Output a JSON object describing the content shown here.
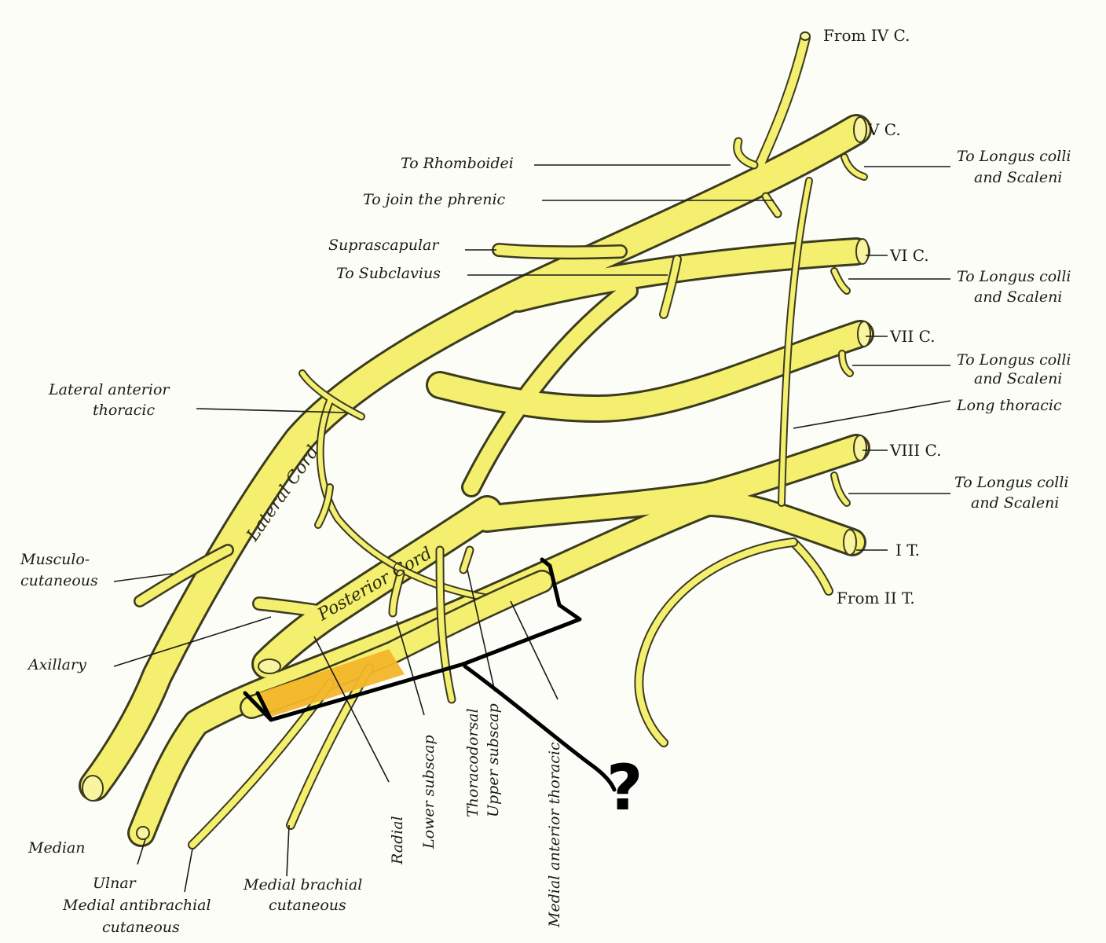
{
  "labels": {
    "from_iv_c": "From IV C.",
    "v_c": "V C.",
    "vi_c": "VI C.",
    "vii_c": "VII C.",
    "viii_c": "VIII C.",
    "i_t": "I T.",
    "from_ii_t": "From II T.",
    "to_rhomboidei": "To Rhomboidei",
    "to_join_phrenic": "To join the phrenic",
    "suprascapular": "Suprascapular",
    "to_subclavius": "To Subclavius",
    "longus_1a": "To Longus colli",
    "longus_1b": "and Scaleni",
    "longus_2a": "To Longus colli",
    "longus_2b": "and Scaleni",
    "longus_3a": "To Longus colli",
    "longus_3b": "and Scaleni",
    "longus_4a": "To Longus colli",
    "longus_4b": "and Scaleni",
    "long_thoracic": "Long thoracic",
    "lateral_anterior_thoracic_1": "Lateral anterior",
    "lateral_anterior_thoracic_2": "thoracic",
    "musculocutaneous_1": "Musculo-",
    "musculocutaneous_2": "cutaneous",
    "axillary": "Axillary",
    "median": "Median",
    "ulnar": "Ulnar",
    "medial_antibrachial_1": "Medial antibrachial",
    "medial_antibrachial_2": "cutaneous",
    "medial_brachial_1": "Medial brachial",
    "medial_brachial_2": "cutaneous",
    "radial": "Radial",
    "lower_subscap": "Lower subscap",
    "thoracodorsal": "Thoracodorsal",
    "upper_subscap": "Upper subscap",
    "medial_anterior_thoracic": "Medial anterior thoracic",
    "lateral_cord": "Lateral Cord",
    "posterior_cord": "Posterior Cord",
    "question_mark": "?"
  },
  "colors": {
    "nerve_fill": "#f4ef6e",
    "nerve_outline": "#3b3b20",
    "highlight": "#f3b62a",
    "annotation": "#000000"
  }
}
